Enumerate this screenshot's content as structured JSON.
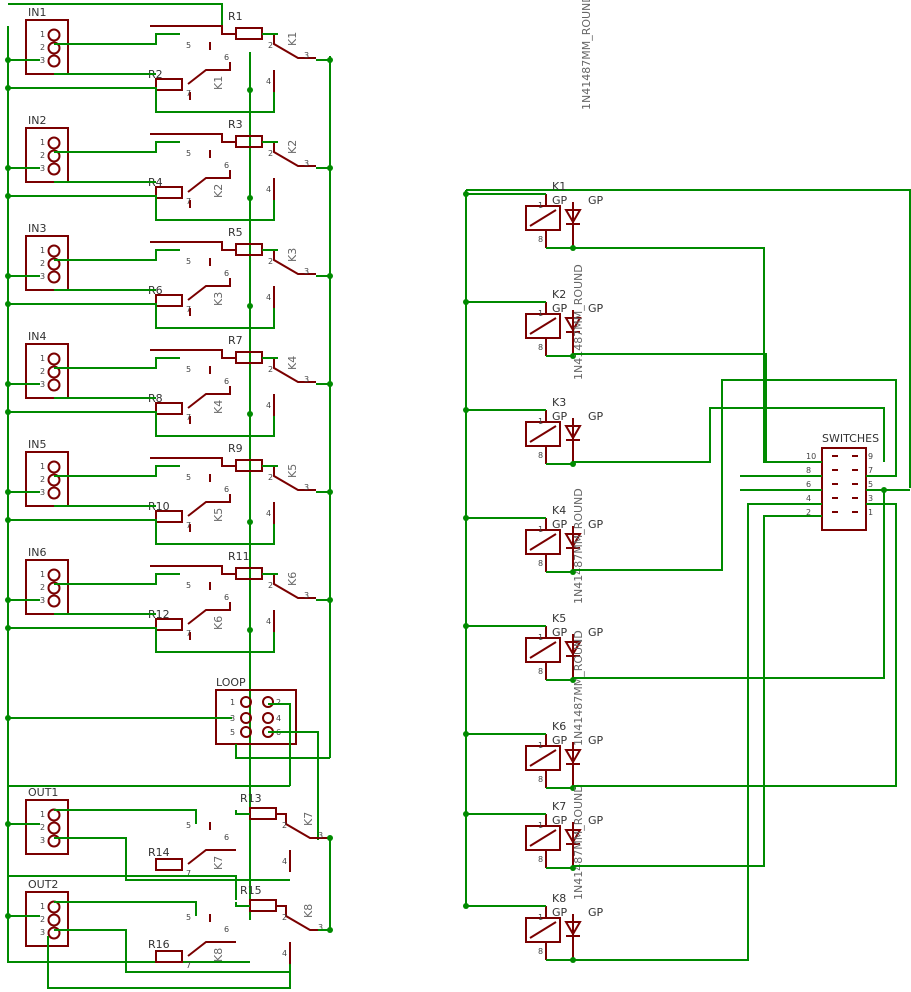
{
  "colors": {
    "wire": "#008a00",
    "part": "#7a0000",
    "junction": "#008a00",
    "text": "#333333",
    "background": "#ffffff"
  },
  "inputs": [
    {
      "name": "IN1",
      "rTop": "R1",
      "rBot": "R2",
      "relay": "K1"
    },
    {
      "name": "IN2",
      "rTop": "R3",
      "rBot": "R4",
      "relay": "K2"
    },
    {
      "name": "IN3",
      "rTop": "R5",
      "rBot": "R6",
      "relay": "K3"
    },
    {
      "name": "IN4",
      "rTop": "R7",
      "rBot": "R8",
      "relay": "K4"
    },
    {
      "name": "IN5",
      "rTop": "R9",
      "rBot": "R10",
      "relay": "K5"
    },
    {
      "name": "IN6",
      "rTop": "R11",
      "rBot": "R12",
      "relay": "K6"
    }
  ],
  "outputs": [
    {
      "name": "OUT1",
      "rTop": "R13",
      "rBot": "R14",
      "relay": "K7"
    },
    {
      "name": "OUT2",
      "rTop": "R15",
      "rBot": "R16",
      "relay": "K8"
    }
  ],
  "connector_pins": [
    "1",
    "2",
    "3"
  ],
  "relay_pins": {
    "nc": "5",
    "com_b": "6",
    "no_b": "7",
    "nc_b": "4",
    "p1": "1",
    "p2": "2",
    "p3": "3"
  },
  "loop": {
    "name": "LOOP",
    "pins": [
      "1",
      "2",
      "3",
      "4",
      "5",
      "6"
    ]
  },
  "coils": [
    {
      "name": "K1",
      "gp": "GP",
      "pin1": "1",
      "pin8": "8"
    },
    {
      "name": "K2",
      "gp": "GP",
      "pin1": "1",
      "pin8": "8"
    },
    {
      "name": "K3",
      "gp": "GP",
      "pin1": "1",
      "pin8": "8"
    },
    {
      "name": "K4",
      "gp": "GP",
      "pin1": "1",
      "pin8": "8"
    },
    {
      "name": "K5",
      "gp": "GP",
      "pin1": "1",
      "pin8": "8"
    },
    {
      "name": "K6",
      "gp": "GP",
      "pin1": "1",
      "pin8": "8"
    },
    {
      "name": "K7",
      "gp": "GP",
      "pin1": "1",
      "pin8": "8"
    },
    {
      "name": "K8",
      "gp": "GP",
      "pin1": "1",
      "pin8": "8"
    }
  ],
  "diode_label": "1N41487MM_ROUND",
  "switches": {
    "name": "SWITCHES",
    "left_pins": [
      "10",
      "8",
      "6",
      "4",
      "2"
    ],
    "right_pins": [
      "9",
      "7",
      "5",
      "3",
      "1"
    ]
  }
}
